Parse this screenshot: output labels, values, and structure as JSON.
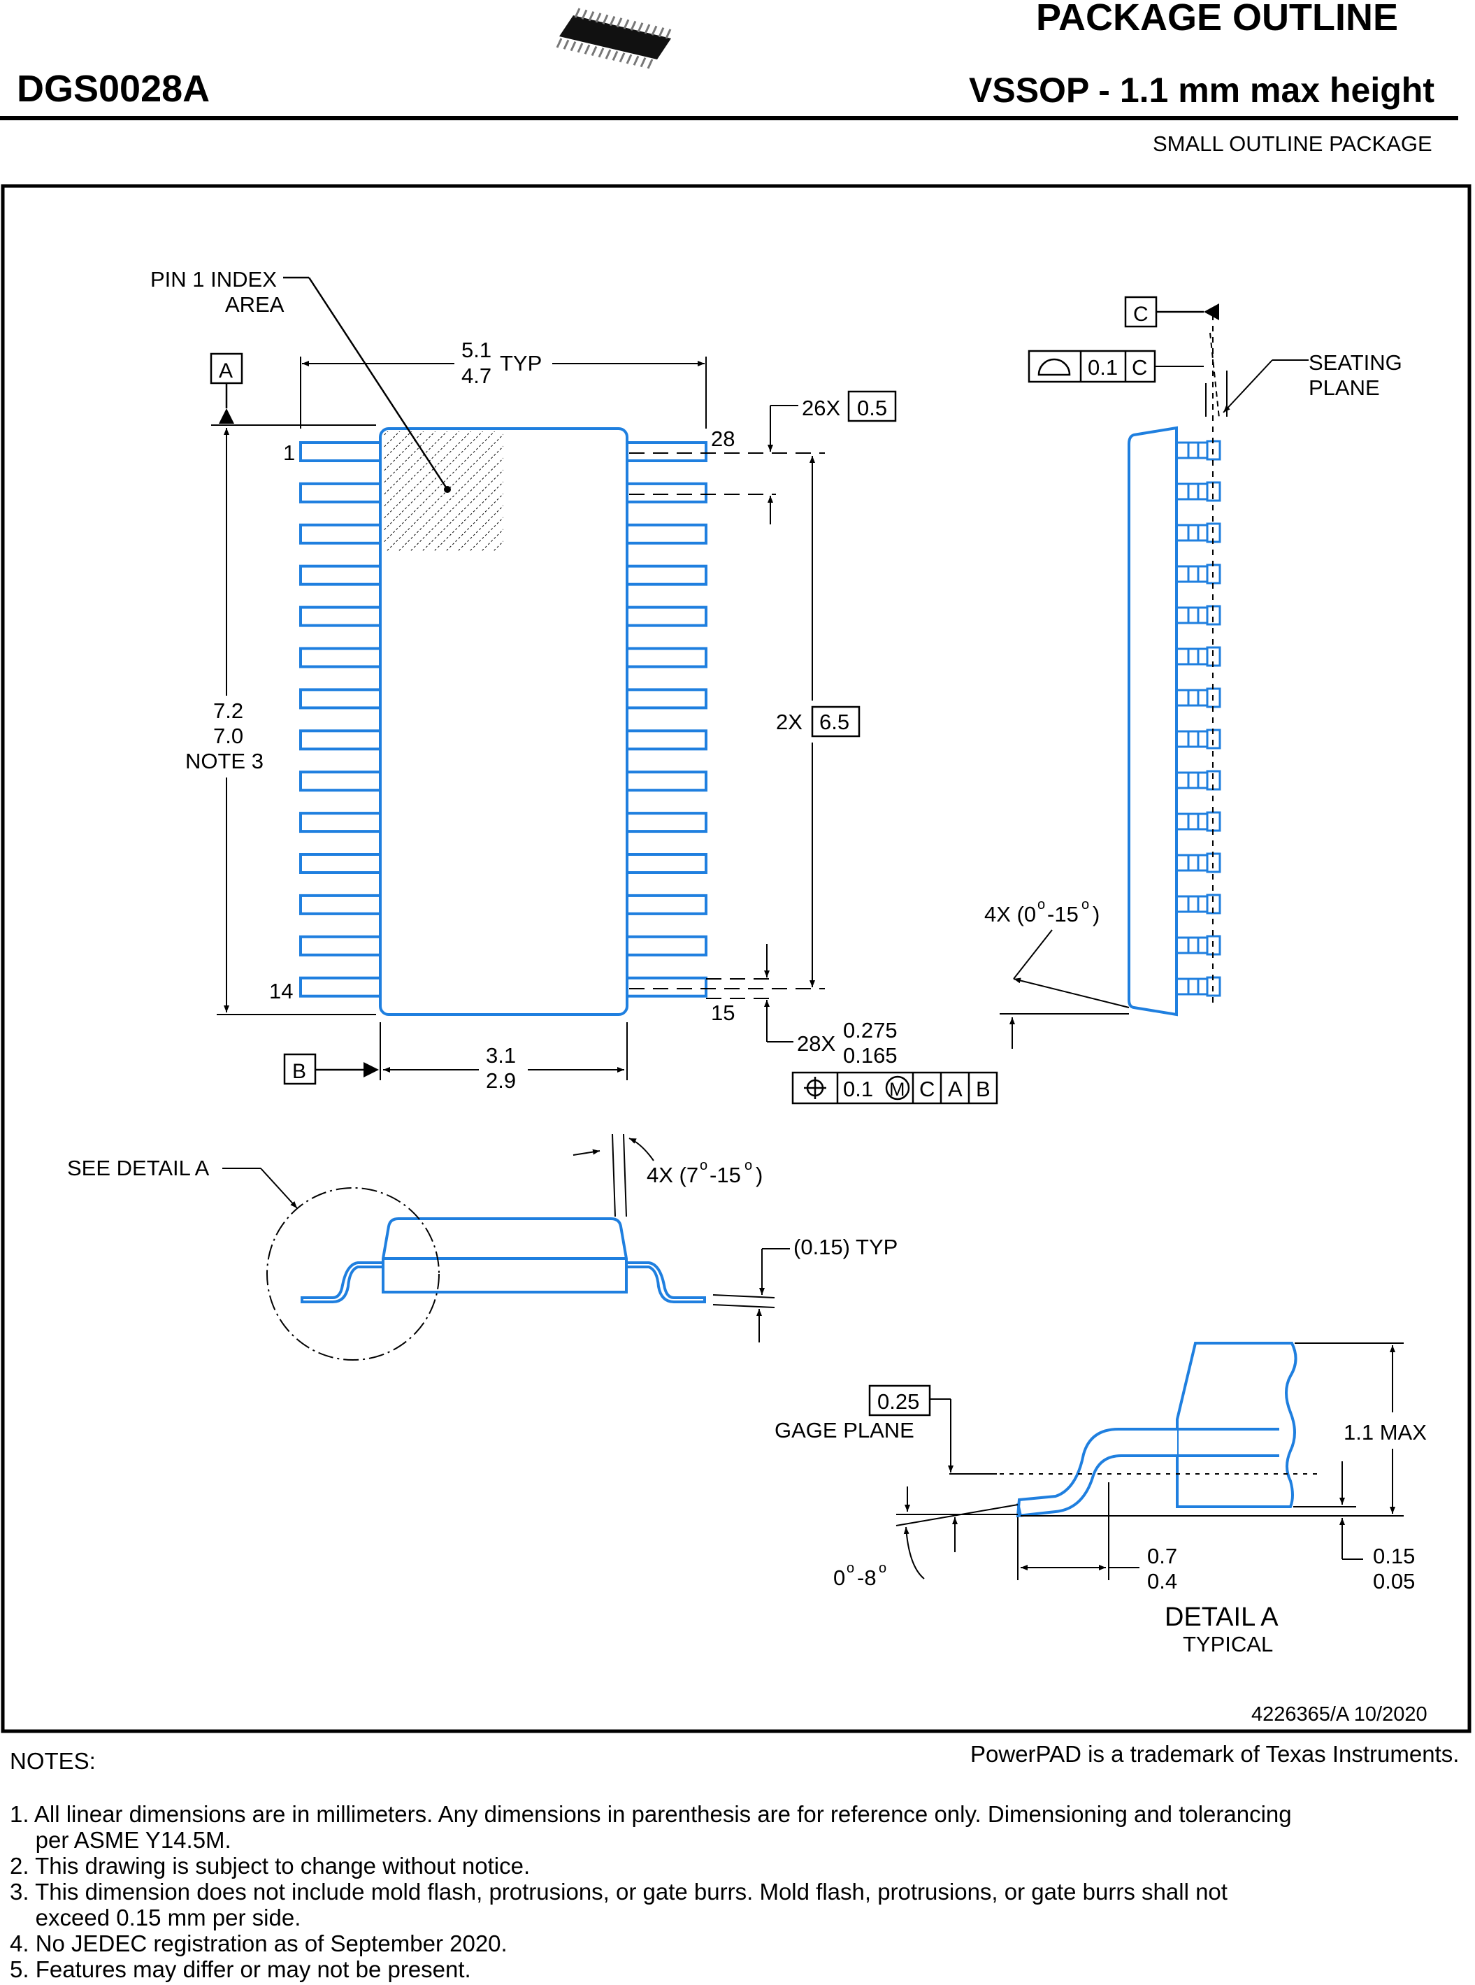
{
  "header": {
    "doc_type": "PACKAGE OUTLINE",
    "package_code": "DGS0028A",
    "package_name": "VSSOP - 1.1 mm max height",
    "package_class": "SMALL OUTLINE PACKAGE"
  },
  "drawing": {
    "pin1_index_line1": "PIN 1 INDEX",
    "pin1_index_line2": "AREA",
    "datum_a": "A",
    "datum_b": "B",
    "datum_c": "C",
    "width_max": "5.1",
    "width_min": "4.7",
    "width_typ": "TYP",
    "pin_pitch_count": "26X",
    "pin_pitch": "0.5",
    "pin_1": "1",
    "pin_14": "14",
    "pin_15": "15",
    "pin_28": "28",
    "length_max": "7.2",
    "length_min": "7.0",
    "length_note": "NOTE 3",
    "span_count": "2X",
    "span": "6.5",
    "body_width_max": "3.1",
    "body_width_min": "2.9",
    "lead_width_count": "28X",
    "lead_width_max": "0.275",
    "lead_width_min": "0.165",
    "position_tol": "0.1",
    "position_mod": "M",
    "flatness_tol": "0.1",
    "seating_plane_line1": "SEATING",
    "seating_plane_line2": "PLANE",
    "side_angle_prefix": "4X (0",
    "side_angle_mid": "-15",
    "side_angle_suffix": ")",
    "top_angle_prefix": "4X (7",
    "top_angle_mid": "-15",
    "top_angle_suffix": ")",
    "see_detail": "SEE DETAIL  A",
    "lead_thickness": "(0.15) TYP",
    "gage_value": "0.25",
    "gage_plane": "GAGE PLANE",
    "height_max": "1.1 MAX",
    "foot_angle_a": "0",
    "foot_angle_b": "-8",
    "foot_length_max": "0.7",
    "foot_length_min": "0.4",
    "standoff_max": "0.15",
    "standoff_min": "0.05",
    "detail_title": "DETAIL A",
    "detail_sub": "TYPICAL",
    "drawing_number": "4226365/A   10/2020"
  },
  "footer": {
    "notes_title": "NOTES:",
    "trademark": "PowerPAD is a trademark of Texas Instruments.",
    "notes": [
      "1. All linear dimensions are in millimeters. Any dimensions in parenthesis are for reference only. Dimensioning and tolerancing",
      "    per ASME Y14.5M.",
      "2. This drawing is subject to change without notice.",
      "3. This dimension does not include mold flash, protrusions, or gate burrs. Mold flash, protrusions, or gate burrs shall not",
      "    exceed 0.15 mm per side.",
      "4. No JEDEC registration as of September 2020.",
      "5. Features may differ or may not be present."
    ]
  },
  "colors": {
    "outline": "#1f7fdf",
    "ink": "#000000",
    "paper": "#ffffff"
  }
}
